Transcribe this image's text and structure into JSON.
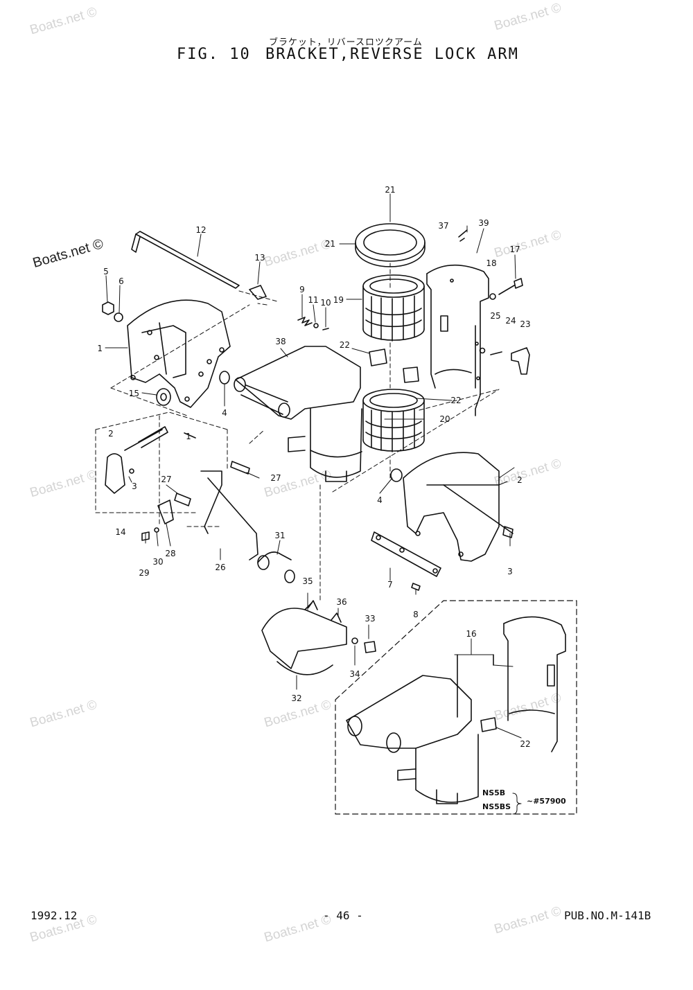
{
  "header": {
    "jp_title": "ブラケット，リバースロツクアーム",
    "fig_label": "FIG. 10",
    "title": "BRACKET,REVERSE LOCK ARM"
  },
  "footer": {
    "date": "1992.12",
    "page": "- 46 -",
    "pub_no": "PUB.NO.M-141B"
  },
  "watermark": "Boats.net ©",
  "callouts": [
    "21",
    "21",
    "37",
    "39",
    "12",
    "13",
    "17",
    "18",
    "5",
    "6",
    "9",
    "11",
    "10",
    "19",
    "38",
    "25",
    "24",
    "23",
    "1",
    "22",
    "22",
    "15",
    "4",
    "20",
    "2",
    "1",
    "27",
    "27",
    "3",
    "2",
    "4",
    "14",
    "28",
    "30",
    "29",
    "31",
    "26",
    "3",
    "7",
    "35",
    "36",
    "8",
    "33",
    "34",
    "32",
    "16",
    "22"
  ],
  "variant_note": {
    "models": [
      "NS5B",
      "NS5BS"
    ],
    "serial": "~#57900"
  }
}
